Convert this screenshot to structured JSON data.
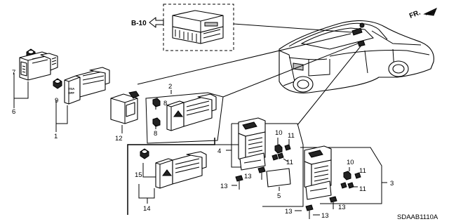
{
  "references": {
    "sheet": "B-10",
    "front": "FR.",
    "diagram_code": "SDAAB1110A"
  },
  "switch_label": {
    "line1": "VSA",
    "line2": "OFF"
  },
  "callouts": {
    "c1": "1",
    "c2": "2",
    "c3": "3",
    "c4": "4",
    "c5": "5",
    "c6": "6",
    "c7": "7",
    "c8a": "8",
    "c8b": "8",
    "c9": "9",
    "c10a": "10",
    "c10b": "10",
    "c11a": "11",
    "c11b": "11",
    "c11c": "11",
    "c11d": "11",
    "c12": "12",
    "c13a": "13",
    "c13b": "13",
    "c13c": "13",
    "c13d": "13",
    "c13e": "13",
    "c14": "14",
    "c15": "15"
  }
}
